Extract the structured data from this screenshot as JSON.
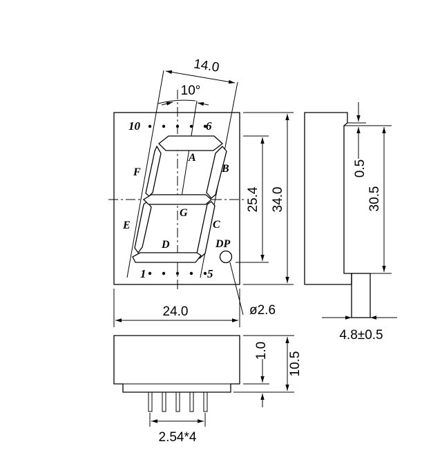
{
  "front_view": {
    "dim_top_width": "14.0",
    "dim_slant": "10°",
    "dim_width": "24.0",
    "dim_digit_height": "25.4",
    "dim_height": "34.0",
    "dim_dp_diameter": "ø2.6",
    "pin_top_left": "10",
    "pin_top_right": "6",
    "pin_bottom_left": "1",
    "pin_bottom_right": "5",
    "segments": {
      "a": "A",
      "b": "B",
      "c": "C",
      "d": "D",
      "e": "E",
      "f": "F",
      "g": "G",
      "dp": "DP"
    }
  },
  "side_view": {
    "dim_step": "0.5",
    "dim_body_height": "30.5",
    "dim_pin_offset": "4.8±0.5"
  },
  "bottom_view": {
    "dim_standoff": "1.0",
    "dim_depth": "10.5",
    "dim_pitch": "2.54*4"
  }
}
